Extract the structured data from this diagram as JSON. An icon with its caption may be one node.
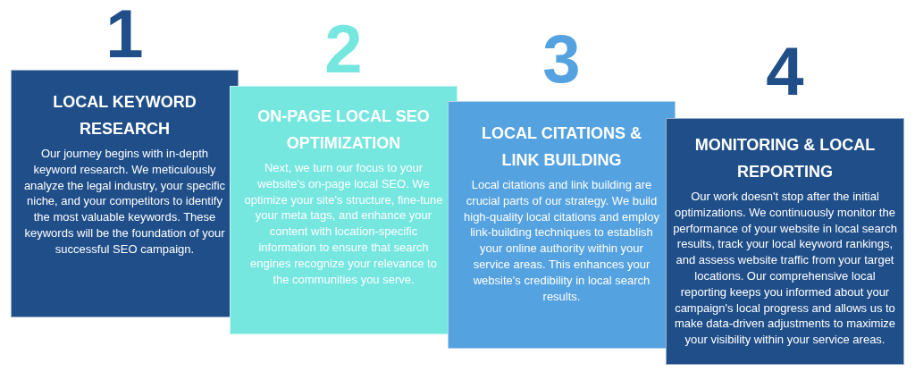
{
  "diagram": {
    "nodes": [
      {
        "text": [
          "LOCAL KEYWORD RESEARCH",
          "Our journey begins with in-depth keyword research. We meticulously analyze the legal industry, your specific niche, and your competitors to identify the most valuable keywords. These keywords will be the foundation of your successful SEO campaign."
        ],
        "beside": [
          "1"
        ]
      },
      {
        "text": [
          "ON-PAGE LOCAL SEO OPTIMIZATION",
          "Next, we turn our focus to your website's on-page local SEO. We optimize your site's structure, fine-tune your meta tags, and enhance your content with location-specific information to ensure that search engines recognize your relevance to the communities you serve."
        ],
        "beside": [
          "2"
        ]
      },
      {
        "text": [
          "LOCAL CITATIONS & LINK BUILDING",
          "Local citations and link building are crucial parts of our strategy. We build high-quality local citations and employ link-building techniques to establish your online authority within your service areas. This enhances your website's credibility in local search results."
        ],
        "beside": [
          "3"
        ]
      },
      {
        "text": [
          "MONITORING & LOCAL REPORTING",
          "Our work doesn't stop after the initial optimizations. We continuously monitor the performance of your website in local search results, track your local keyword rankings, and assess website traffic from your target locations. Our comprehensive local reporting keeps you informed about your campaign's local progress and allows us to make data-driven adjustments to maximize your visibility within your service areas."
        ],
        "beside": [
          "4"
        ]
      }
    ]
  }
}
